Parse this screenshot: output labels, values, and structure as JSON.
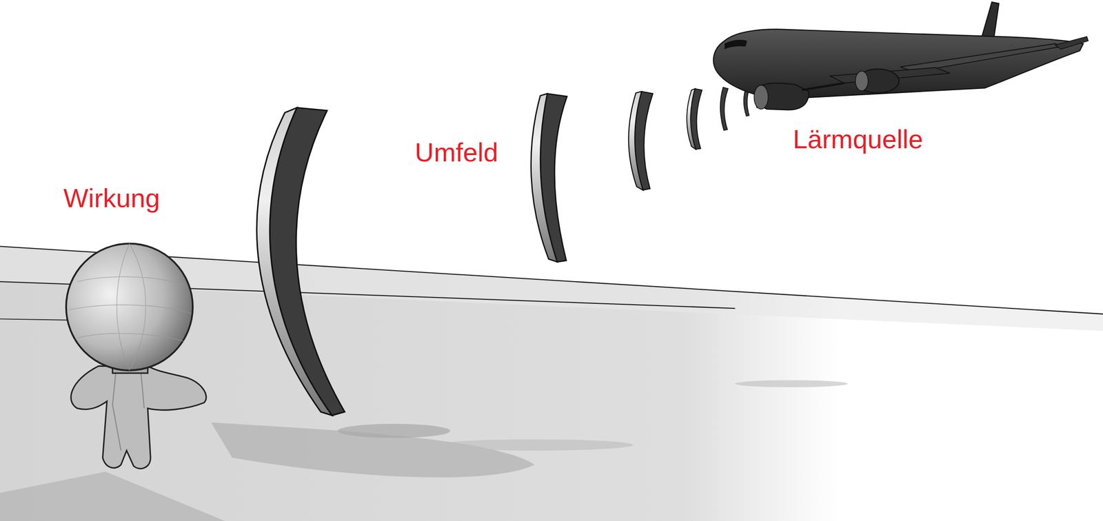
{
  "diagram": {
    "labels": [
      "Wirkung",
      "Umfeld",
      "Lärmquelle"
    ]
  }
}
